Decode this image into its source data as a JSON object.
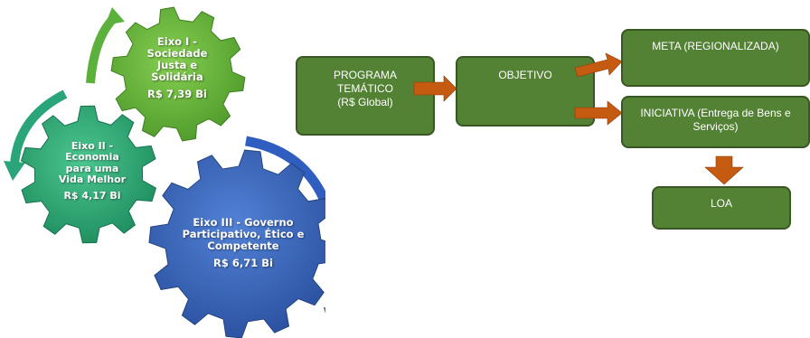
{
  "colors": {
    "box_fill": "#548235",
    "box_border": "#385723",
    "arrow": "#C55A11",
    "gear_green": "#6CBB3C",
    "gear_teal": "#2EAE78",
    "gear_blue": "#3766C0",
    "cycle_arrow_green": "#5CB13D",
    "cycle_arrow_teal": "#2AA57A",
    "cycle_arrow_blue": "#2F5EC0"
  },
  "gears": [
    {
      "id": "eixo1",
      "title": "Eixo I -\nSociedade\nJusta e\nSolidária",
      "value": "R$ 7,39 Bi"
    },
    {
      "id": "eixo2",
      "title": "Eixo II -\nEconomia\npara uma\nVida Melhor",
      "value": "R$ 4,17 Bi"
    },
    {
      "id": "eixo3",
      "title": "Eixo III - Governo\nParticipativo, Ético e\nCompetente",
      "value": "R$ 6,71 Bi"
    }
  ],
  "flow": {
    "programa": "PROGRAMA\nTEMÁTICO\n(R$ Global)",
    "objetivo": "OBJETIVO",
    "meta": "META (REGIONALIZADA)",
    "iniciativa": "INICIATIVA (Entrega de Bens e\nServiços)",
    "loa": "LOA"
  }
}
